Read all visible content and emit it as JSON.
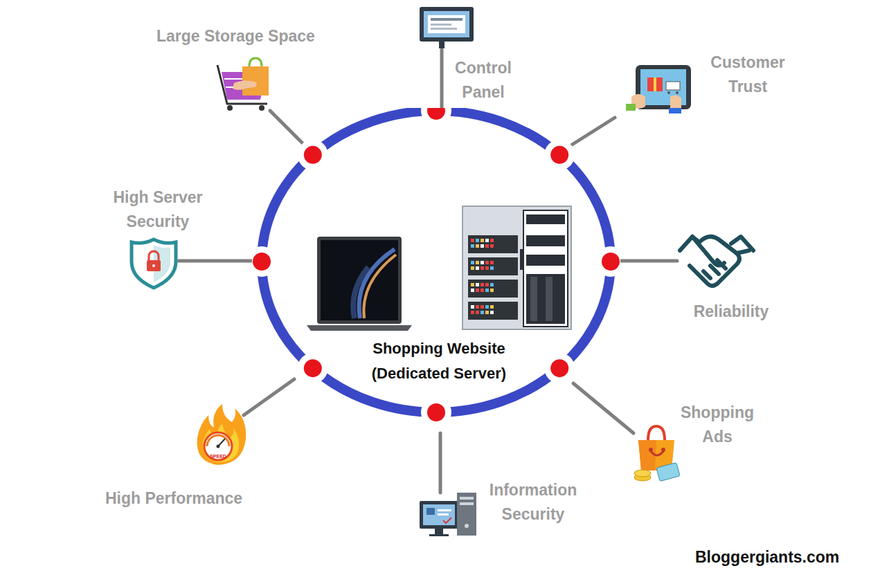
{
  "diagram": {
    "nodes": [
      {
        "text": [
          "Shopping Website (Dedicated Server)"
        ]
      }
    ],
    "labels": [
      "Large Storage Space",
      "Control Panel",
      "Customer Trust",
      "High Server Security",
      "Reliability",
      "Shopping Ads",
      "Information Security",
      "High Performance",
      "SPEED",
      "Bloggergiants.com"
    ]
  }
}
